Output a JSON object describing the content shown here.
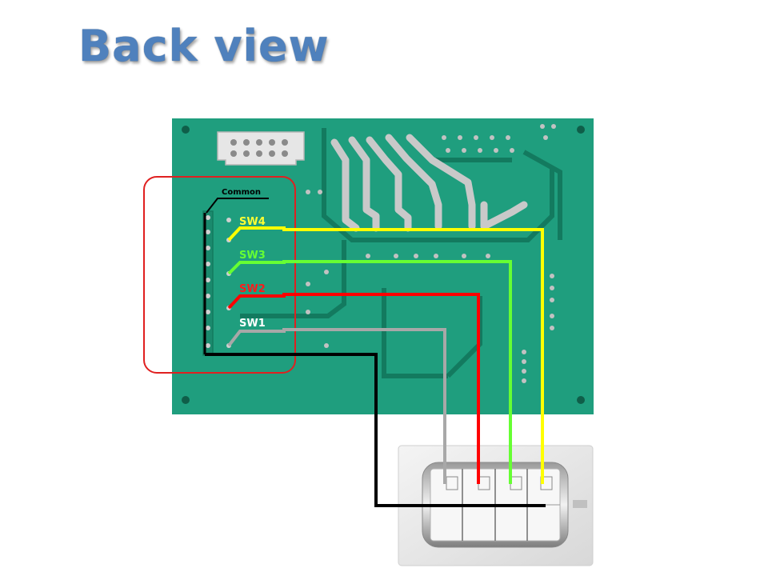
{
  "page": {
    "title": "Back view"
  },
  "board": {
    "common_label": "Common",
    "switch_labels": [
      {
        "text": "SW4",
        "color": "#ffff33"
      },
      {
        "text": "SW3",
        "color": "#66ff33"
      },
      {
        "text": "SW2",
        "color": "#ff1a1a"
      },
      {
        "text": "SW1",
        "color": "#ffffff"
      }
    ]
  },
  "colors": {
    "pcb": "#1f9e7e",
    "pcb_dark": "#137a5f",
    "highlight_box": "#e02020",
    "wire_common": "#000000",
    "wire_sw1": "#a8a8a8",
    "wire_sw2": "#ff0000",
    "wire_sw3": "#66ff33",
    "wire_sw4": "#ffff00"
  }
}
